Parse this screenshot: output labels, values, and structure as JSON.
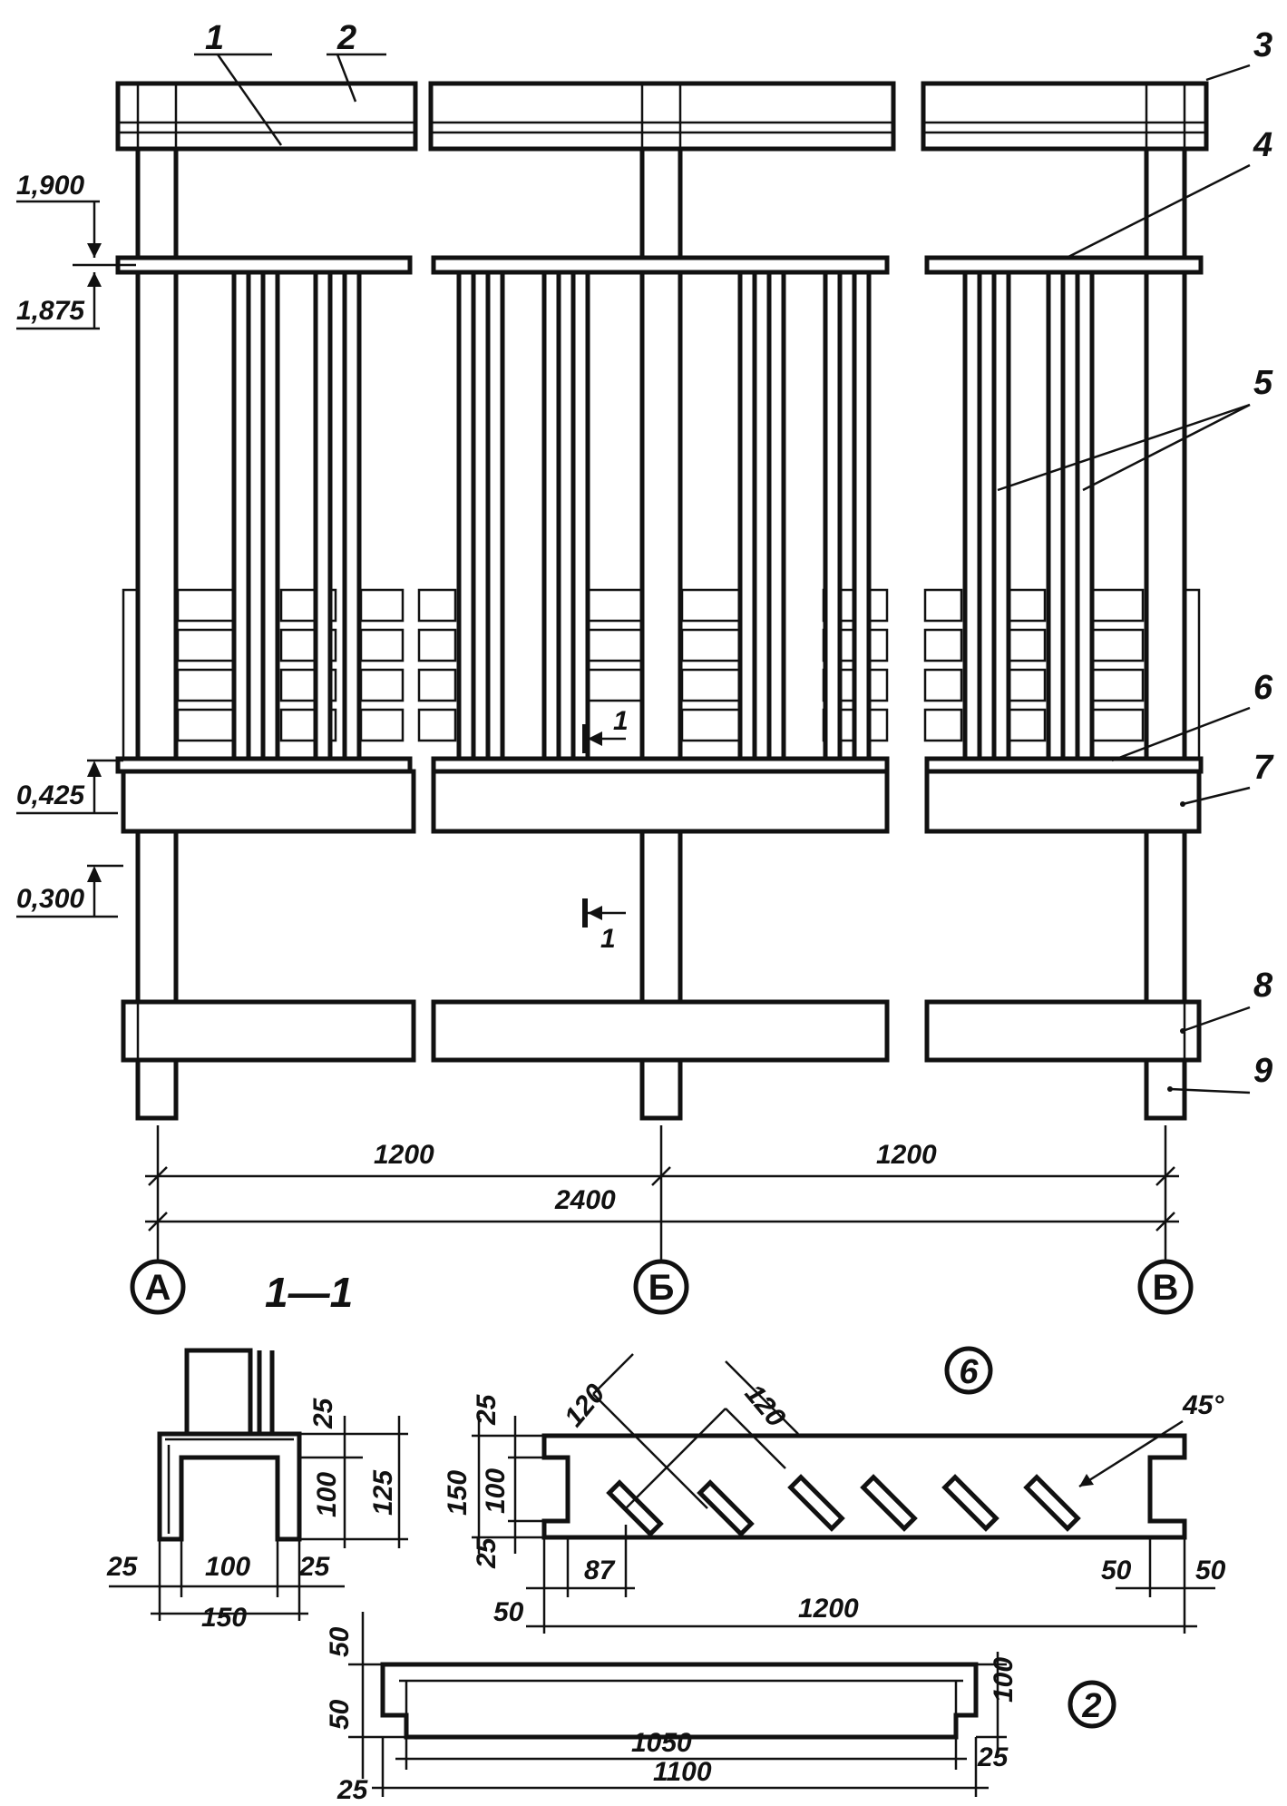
{
  "drawing": {
    "elevations": [
      "1,900",
      "1,875",
      "0,425",
      "0,300"
    ],
    "callouts": [
      "1",
      "2",
      "3",
      "4",
      "5",
      "6",
      "7",
      "8",
      "9"
    ],
    "dimensions": {
      "bay_left": "1200",
      "bay_right": "1200",
      "total": "2400"
    },
    "axes": [
      "А",
      "Б",
      "В"
    ],
    "section_mark": "1",
    "section_title": "1—1",
    "section_dims": {
      "top": "25",
      "mid": "100",
      "full": "125",
      "bottom_left": "25",
      "bottom_mid": "100",
      "bottom_right": "25",
      "width": "150"
    },
    "detail6": {
      "label": "6",
      "diag_a": "120",
      "diag_b": "120",
      "angle": "45°",
      "h_top": "25",
      "h_mid": "100",
      "h_total": "150",
      "h_bottom": "25",
      "offset": "87",
      "left_50": "50",
      "right_50a": "50",
      "right_50b": "50",
      "length": "1200"
    },
    "detail2": {
      "label": "2",
      "top_50": "50",
      "left_50": "50",
      "left_25": "25",
      "right_100": "100",
      "right_25": "25",
      "inner": "1050",
      "outer": "1100"
    }
  }
}
